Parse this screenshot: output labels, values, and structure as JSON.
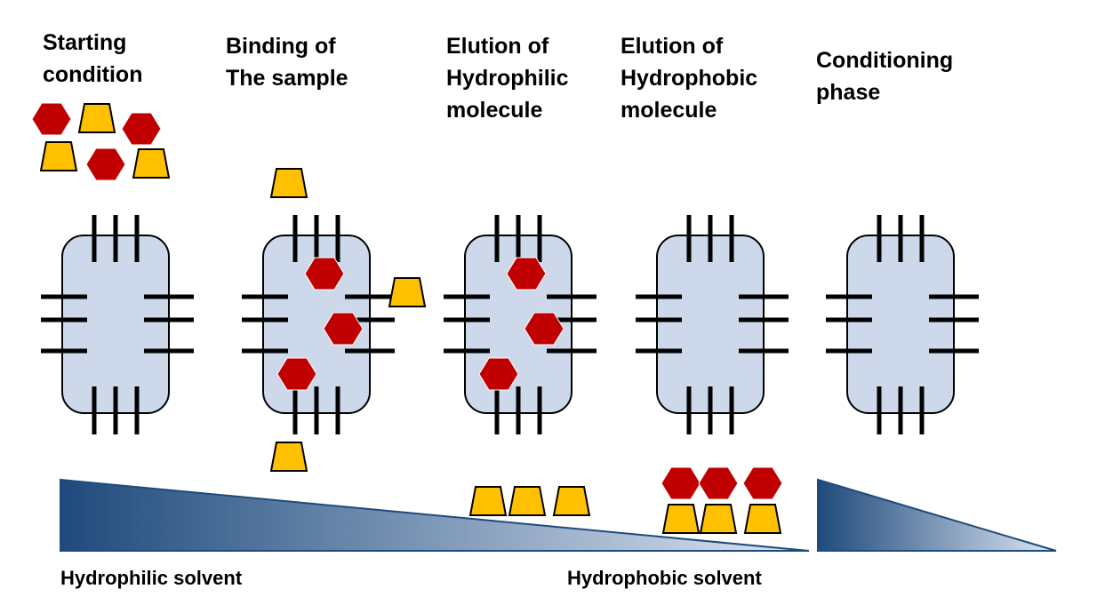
{
  "stages": [
    {
      "title": "Starting\ncondition"
    },
    {
      "title": "Binding of\nThe sample"
    },
    {
      "title": "Elution of\nHydrophilic\nmolecule"
    },
    {
      "title": "Elution of\nHydrophobic\nmolecule"
    },
    {
      "title": "Conditioning\nphase"
    }
  ],
  "gradient_labels": {
    "left": "Hydrophilic solvent",
    "right": "Hydrophobic solvent"
  },
  "colors": {
    "bead_fill": "#cdd9ea",
    "hexagon": "#c00000",
    "trapezoid": "#ffc000",
    "gradient_dark": "#1f4a7c",
    "gradient_light": "#dde6f3"
  }
}
